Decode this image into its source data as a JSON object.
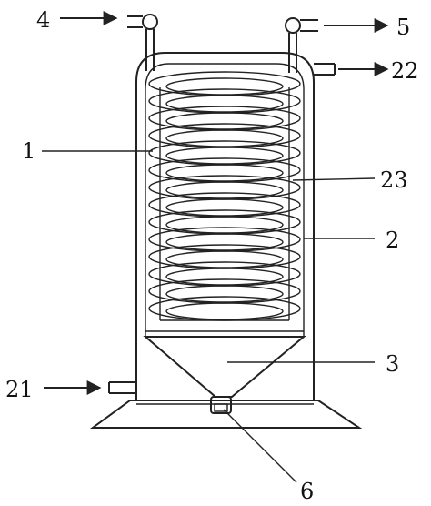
{
  "labels": {
    "l4": "4",
    "l5": "5",
    "l22": "22",
    "l1": "1",
    "l23": "23",
    "l2": "2",
    "l3": "3",
    "l21": "21",
    "l6": "6"
  }
}
